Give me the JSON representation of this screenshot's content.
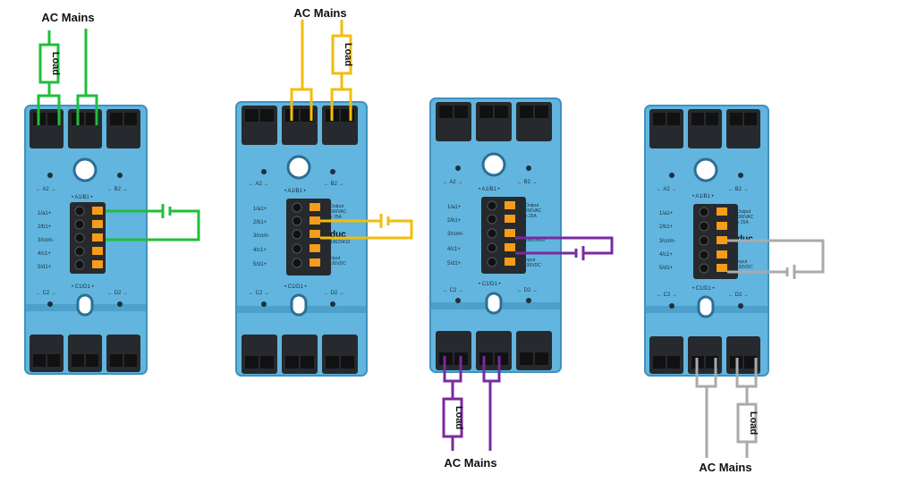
{
  "colors": {
    "green": "#1fbf3a",
    "yellow": "#f2bd0c",
    "purple": "#7a2aa0",
    "gray": "#aaaaaa",
    "housing": "#62b5de",
    "housing_dark": "#3f92bf",
    "terminal": "#262a2e",
    "connector_pin": "#f59c1a"
  },
  "modules": [
    {
      "id": "module-1",
      "wire_color": "green",
      "mains_label": "AC Mains",
      "load_label": "Load",
      "front": {
        "pins": [
          "1/a1+",
          "2/b1+",
          "3/com-",
          "4/c1+",
          "5/d1+"
        ],
        "top_marks": [
          "← A2 →",
          "← B2 →"
        ],
        "center_top": "• A1/B1 •",
        "bottom_marks": [
          "← C2 →",
          "← D2 →"
        ],
        "center_bottom": "• C1/D1 •"
      }
    },
    {
      "id": "module-2",
      "wire_color": "yellow",
      "mains_label": "AC Mains",
      "load_label": "Load",
      "front": {
        "pins": [
          "1/a1+",
          "2/b1+",
          "3/com-",
          "4/c1+",
          "5/d1+"
        ],
        "top_marks": [
          "← A2 →",
          "← B2 →"
        ],
        "center_top": "• A1/B1 •",
        "bottom_marks": [
          "← C2 →",
          "← D2 →"
        ],
        "center_bottom": "• C1/D1 •",
        "brand": "duc",
        "part_no": "19623410",
        "output": [
          "Output",
          "600VAC",
          "x 25A"
        ],
        "input": [
          "Input",
          "-30VDC"
        ]
      }
    },
    {
      "id": "module-3",
      "wire_color": "purple",
      "mains_label": "AC Mains",
      "load_label": "Load",
      "front": {
        "pins": [
          "1/a1+",
          "2/b1+",
          "3/com-",
          "4/c1+",
          "5/d1+"
        ],
        "top_marks": [
          "← A2 →",
          "← B2 →"
        ],
        "center_top": "• A1/B1 •",
        "bottom_marks": [
          "← C2 →",
          "← D2 →"
        ],
        "center_bottom": "• C1/D1 •",
        "part_no": "19623410",
        "output": [
          "Output",
          "600VAC",
          "x 25A"
        ],
        "input": [
          "Input",
          "-30VDC"
        ]
      }
    },
    {
      "id": "module-4",
      "wire_color": "gray",
      "mains_label": "AC Mains",
      "load_label": "Load",
      "front": {
        "pins": [
          "1/a1+",
          "2/b1+",
          "3/com-",
          "4/c1+",
          "5/d1+"
        ],
        "top_marks": [
          "← A2 →",
          "← B2 →"
        ],
        "center_top": "• A1/B1 •",
        "bottom_marks": [
          "← C2 →",
          "← D2 →"
        ],
        "center_bottom": "• C1/D1 •",
        "brand": "duc",
        "output": [
          "Output",
          "600VAC",
          "x 25A"
        ],
        "input": [
          "Input",
          "-30VDC"
        ]
      }
    }
  ]
}
